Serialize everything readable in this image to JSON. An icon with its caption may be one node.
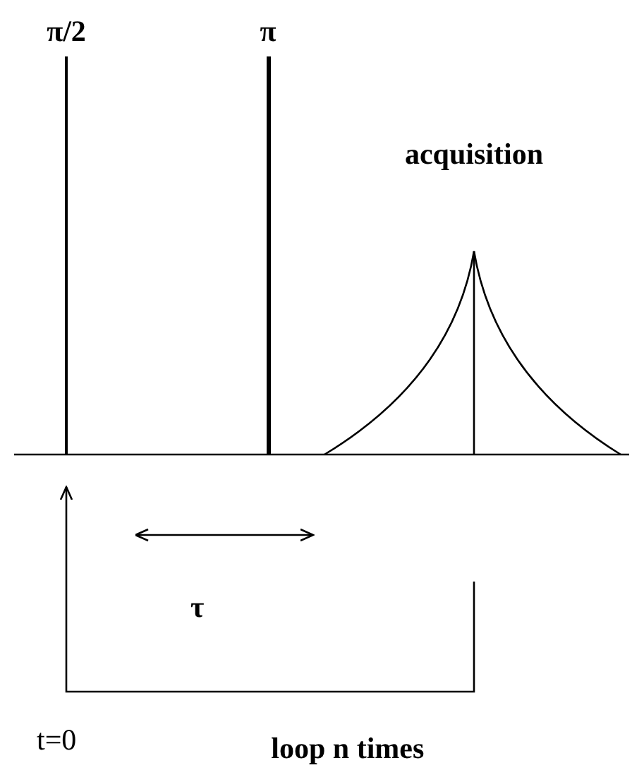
{
  "diagram": {
    "nodes": [
      {
        "text": [
          "π/2"
        ]
      },
      {
        "text": [
          "π"
        ]
      },
      {
        "text": [
          "acquisition"
        ]
      }
    ],
    "edges": [
      {
        "from": 2,
        "to": 0,
        "arrow": "to",
        "label": "loop n times"
      }
    ],
    "labels": [
      "τ",
      "t=0"
    ]
  }
}
